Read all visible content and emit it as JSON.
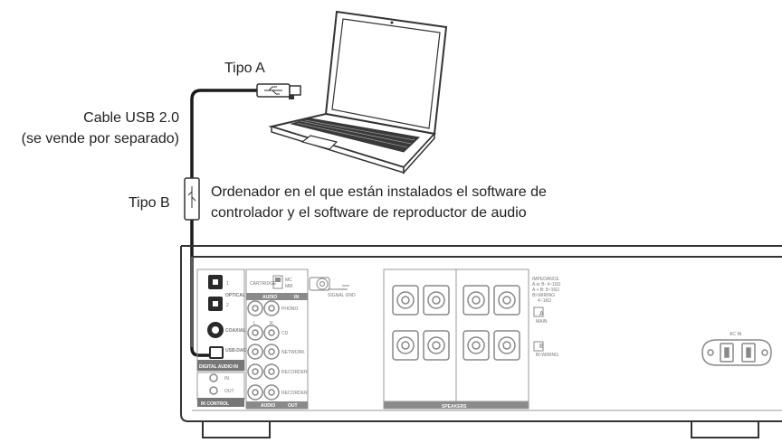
{
  "labels": {
    "tipo_a": "Tipo A",
    "cable_line1": "Cable USB 2.0",
    "cable_line2": "(se vende por separado)",
    "tipo_b": "Tipo B",
    "computer_line1": "Ordenador en el que están instalados el software de",
    "computer_line2": "controlador y el software de reproductor de audio"
  },
  "panel": {
    "optical1": "1",
    "optical2": "2",
    "optical_label": "OPTICAL",
    "coaxial_label": "COAXIAL",
    "usb_dac_label": "USB-DAC",
    "digital_audio_label": "DIGITAL AUDIO",
    "in_label": "IN",
    "ir_in": "IN",
    "ir_out": "OUT",
    "ir_control": "IR CONTROL",
    "cartridge": "CARTRIDGE",
    "mc": "MC",
    "mm": "MM",
    "audio_in": "AUDIO",
    "audio_in_tag": "IN",
    "l": "L",
    "r": "R",
    "phono": "PHONO",
    "cd": "CD",
    "network": "NETWORK",
    "recorder": "RECORDER",
    "recorder_out": "RECORDER",
    "audio_out": "AUDIO",
    "audio_out_tag": "OUT",
    "signal_gnd": "SIGNAL GND",
    "speakers": "SPEAKERS",
    "impedance": "IMPEDANCE",
    "a_or_b": "A or B: 4~16Ω",
    "a_b": "A + B: 8~16Ω",
    "bi_wiring": "BI-WIRING",
    "bi_wiring_imp": "4~16Ω",
    "main": "MAIN",
    "a": "A",
    "b": "B",
    "b_bi_wiring": "BI-WIRING",
    "ac_in": "AC IN"
  },
  "colors": {
    "line": "#333333",
    "panel_line": "#9a9a9a",
    "cable": "#1a1a1a"
  }
}
